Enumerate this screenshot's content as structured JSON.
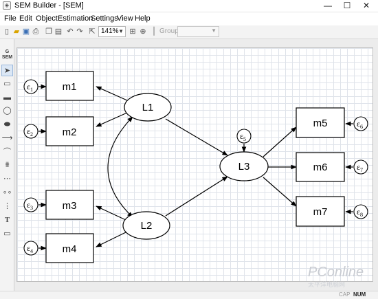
{
  "window": {
    "title": "SEM Builder - [SEM]",
    "controls": {
      "minimize": "—",
      "maximize": "☐",
      "close": "✕"
    }
  },
  "menu": [
    "File",
    "Edit",
    "Object",
    "Estimation",
    "Settings",
    "View",
    "Help"
  ],
  "toolbar": {
    "zoom": "141%",
    "group_label": "Group:",
    "group_value": ""
  },
  "left_toolbar": {
    "gsem_top": "G",
    "gsem_bottom": "SEM",
    "tools": [
      "select-tool",
      "rectangle-tool",
      "wide-rectangle-tool",
      "oval-tool",
      "wide-oval-tool",
      "path-tool",
      "covariance-tool",
      "measurement-component-tool",
      "regression-component-tool",
      "multilevel-component-tool",
      "tree-component-tool",
      "text-tool",
      "area-tool"
    ]
  },
  "diagram": {
    "observed": [
      "m1",
      "m2",
      "m3",
      "m4",
      "m5",
      "m6",
      "m7"
    ],
    "latent": [
      "L1",
      "L2",
      "L3"
    ],
    "errors": [
      {
        "symbol": "ε",
        "index": "1"
      },
      {
        "symbol": "ε",
        "index": "2"
      },
      {
        "symbol": "ε",
        "index": "3"
      },
      {
        "symbol": "ε",
        "index": "4"
      },
      {
        "symbol": "ε",
        "index": "5"
      },
      {
        "symbol": "ε",
        "index": "6"
      },
      {
        "symbol": "ε",
        "index": "7"
      },
      {
        "symbol": "ε",
        "index": "8"
      }
    ]
  },
  "watermark": {
    "main": "PConline",
    "sub": "太平洋电脑网"
  },
  "status": {
    "cap": "CAP",
    "num": "NUM"
  }
}
